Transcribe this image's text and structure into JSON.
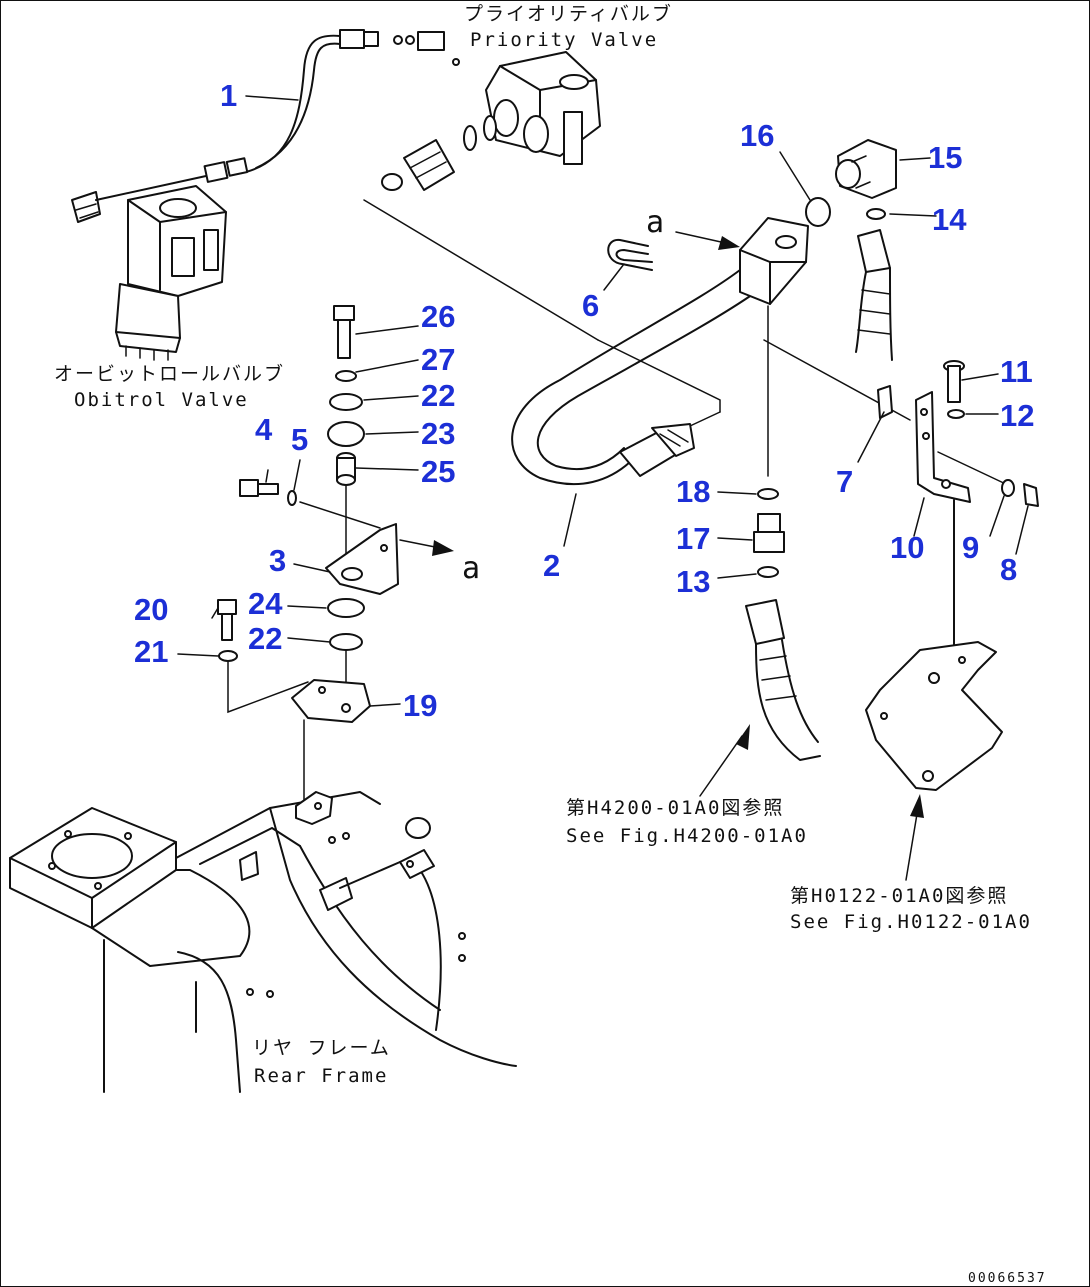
{
  "captions": {
    "priority_valve_jp": "プライオリティバルブ",
    "priority_valve_en": "Priority Valve",
    "orbitrol_valve_jp": "オービットロールバルブ",
    "orbitrol_valve_en": "Obitrol Valve",
    "rear_frame_jp": "リヤ フレーム",
    "rear_frame_en": "Rear Frame",
    "ref_h4200_jp": "第H4200-01A0図参照",
    "ref_h4200_en": "See Fig.H4200-01A0",
    "ref_h0122_jp": "第H0122-01A0図参照",
    "ref_h0122_en": "See Fig.H0122-01A0"
  },
  "connection_marker": "a",
  "part_numbers": [
    "1",
    "2",
    "3",
    "4",
    "5",
    "6",
    "7",
    "8",
    "9",
    "10",
    "11",
    "12",
    "13",
    "14",
    "15",
    "16",
    "17",
    "18",
    "19",
    "20",
    "21",
    "22",
    "22",
    "23",
    "24",
    "25",
    "26",
    "27"
  ],
  "drawing_code": "00066537",
  "colors": {
    "callout": "#1c2fd6",
    "line": "#111111",
    "background": "#ffffff"
  }
}
